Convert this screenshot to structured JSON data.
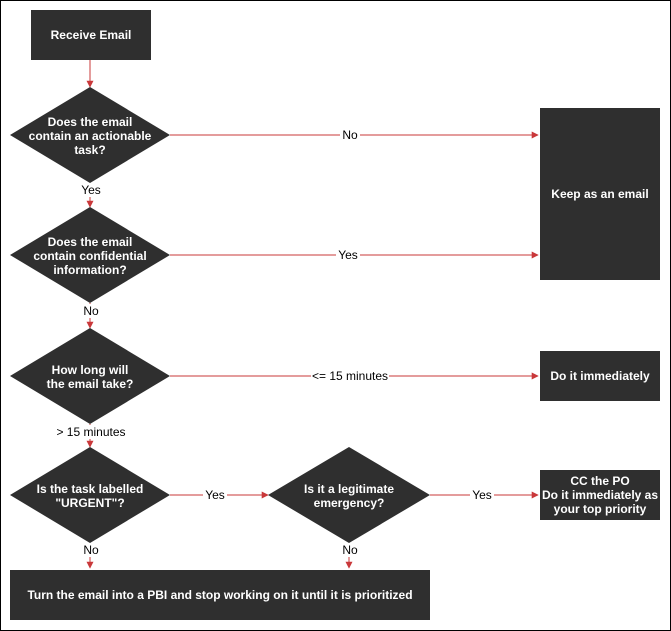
{
  "colors": {
    "node_fill": "#2f2f2f",
    "arrow": "#c9383a",
    "text_on_node": "#ffffff",
    "label_text": "#000000",
    "background": "#ffffff"
  },
  "nodes": {
    "receive_email": "Receive Email",
    "actionable_q": [
      "Does the email",
      "contain an actionable",
      "task?"
    ],
    "confidential_q": [
      "Does the email",
      "contain confidential",
      "information?"
    ],
    "how_long_q": [
      "How long will",
      "the email take?"
    ],
    "urgent_q": [
      "Is the task labelled",
      "\"URGENT\"?"
    ],
    "emergency_q": [
      "Is it a legitimate",
      "emergency?"
    ],
    "keep_email": "Keep as an email",
    "do_immediately": "Do it immediately",
    "cc_po": [
      "CC the PO",
      "Do it immediately as",
      "your top priority"
    ],
    "make_pbi": "Turn the email into a PBI and stop working on it until it is prioritized"
  },
  "edge_labels": {
    "actionable_no": "No",
    "actionable_yes": "Yes",
    "confidential_yes": "Yes",
    "confidential_no": "No",
    "short_time": "<= 15 minutes",
    "long_time": "> 15 minutes",
    "urgent_yes": "Yes",
    "urgent_no": "No",
    "emergency_yes": "Yes",
    "emergency_no": "No"
  }
}
